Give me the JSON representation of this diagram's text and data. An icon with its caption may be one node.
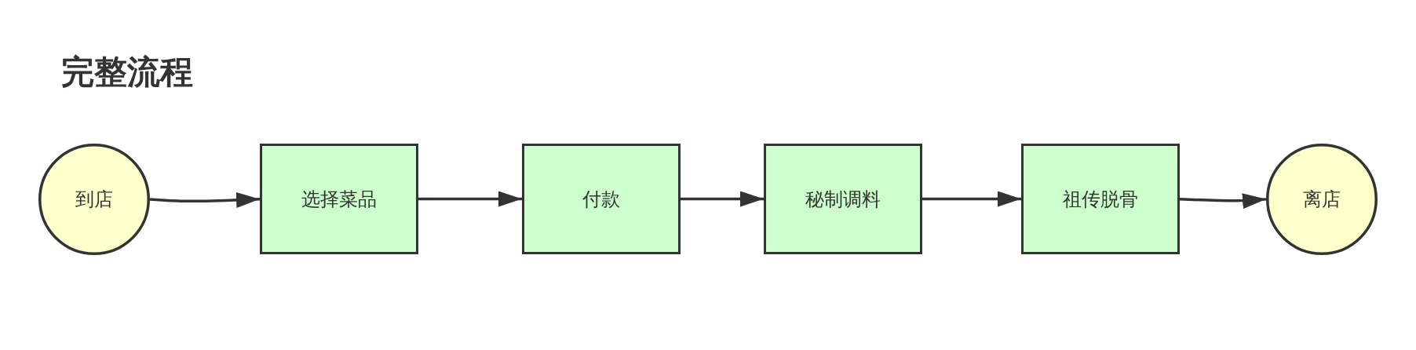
{
  "diagram": {
    "title": "完整流程",
    "nodes": [
      {
        "text": [
          "到店"
        ]
      },
      {
        "text": [
          "选择菜品"
        ]
      },
      {
        "text": [
          "付款"
        ]
      },
      {
        "text": [
          "秘制调料"
        ]
      },
      {
        "text": [
          "祖传脱骨"
        ]
      },
      {
        "text": [
          "离店"
        ]
      }
    ],
    "edges": [
      {
        "from": 0,
        "to": 1,
        "arrow": "to"
      },
      {
        "from": 1,
        "to": 2,
        "arrow": "to"
      },
      {
        "from": 2,
        "to": 3,
        "arrow": "to"
      },
      {
        "from": 3,
        "to": 4,
        "arrow": "to"
      },
      {
        "from": 4,
        "to": 5,
        "arrow": "to"
      }
    ]
  }
}
